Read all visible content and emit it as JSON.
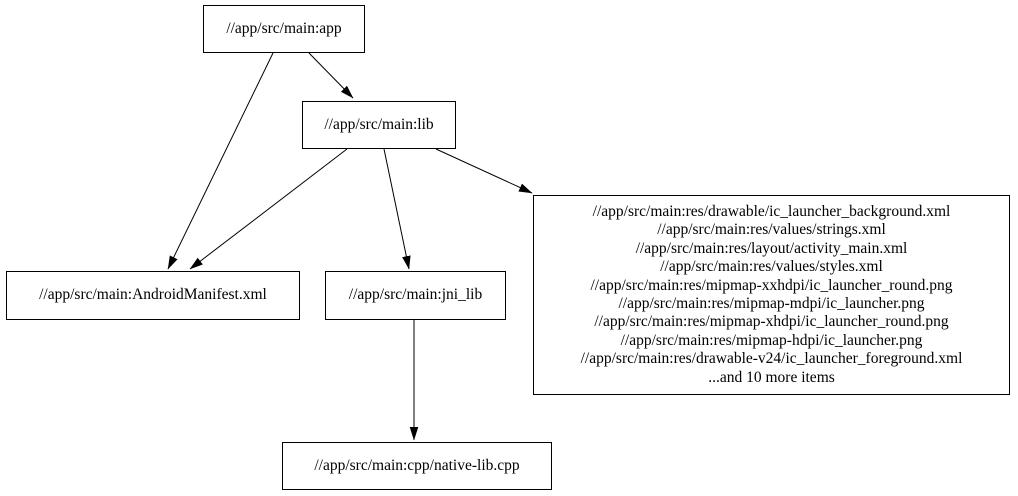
{
  "diagram": {
    "type": "dependency-graph",
    "colors": {
      "background": "#ffffff",
      "node_fill": "#ffffff",
      "node_border": "#000000",
      "edge": "#000000",
      "text": "#000000"
    },
    "nodes": {
      "app": {
        "label": "//app/src/main:app"
      },
      "lib": {
        "label": "//app/src/main:lib"
      },
      "manifest": {
        "label": "//app/src/main:AndroidManifest.xml"
      },
      "jni": {
        "label": "//app/src/main:jni_lib"
      },
      "cpp": {
        "label": "//app/src/main:cpp/native-lib.cpp"
      },
      "res": {
        "lines": [
          "//app/src/main:res/drawable/ic_launcher_background.xml",
          "//app/src/main:res/values/strings.xml",
          "//app/src/main:res/layout/activity_main.xml",
          "//app/src/main:res/values/styles.xml",
          "//app/src/main:res/mipmap-xxhdpi/ic_launcher_round.png",
          "//app/src/main:res/mipmap-mdpi/ic_launcher.png",
          "//app/src/main:res/mipmap-xhdpi/ic_launcher_round.png",
          "//app/src/main:res/mipmap-hdpi/ic_launcher.png",
          "//app/src/main:res/drawable-v24/ic_launcher_foreground.xml",
          "...and 10 more items"
        ]
      }
    },
    "edges": [
      {
        "from": "//app/src/main:app",
        "to": "//app/src/main:lib"
      },
      {
        "from": "//app/src/main:app",
        "to": "//app/src/main:AndroidManifest.xml"
      },
      {
        "from": "//app/src/main:lib",
        "to": "//app/src/main:AndroidManifest.xml"
      },
      {
        "from": "//app/src/main:lib",
        "to": "//app/src/main:jni_lib"
      },
      {
        "from": "//app/src/main:lib",
        "to": "res-file-group"
      },
      {
        "from": "//app/src/main:jni_lib",
        "to": "//app/src/main:cpp/native-lib.cpp"
      }
    ]
  }
}
